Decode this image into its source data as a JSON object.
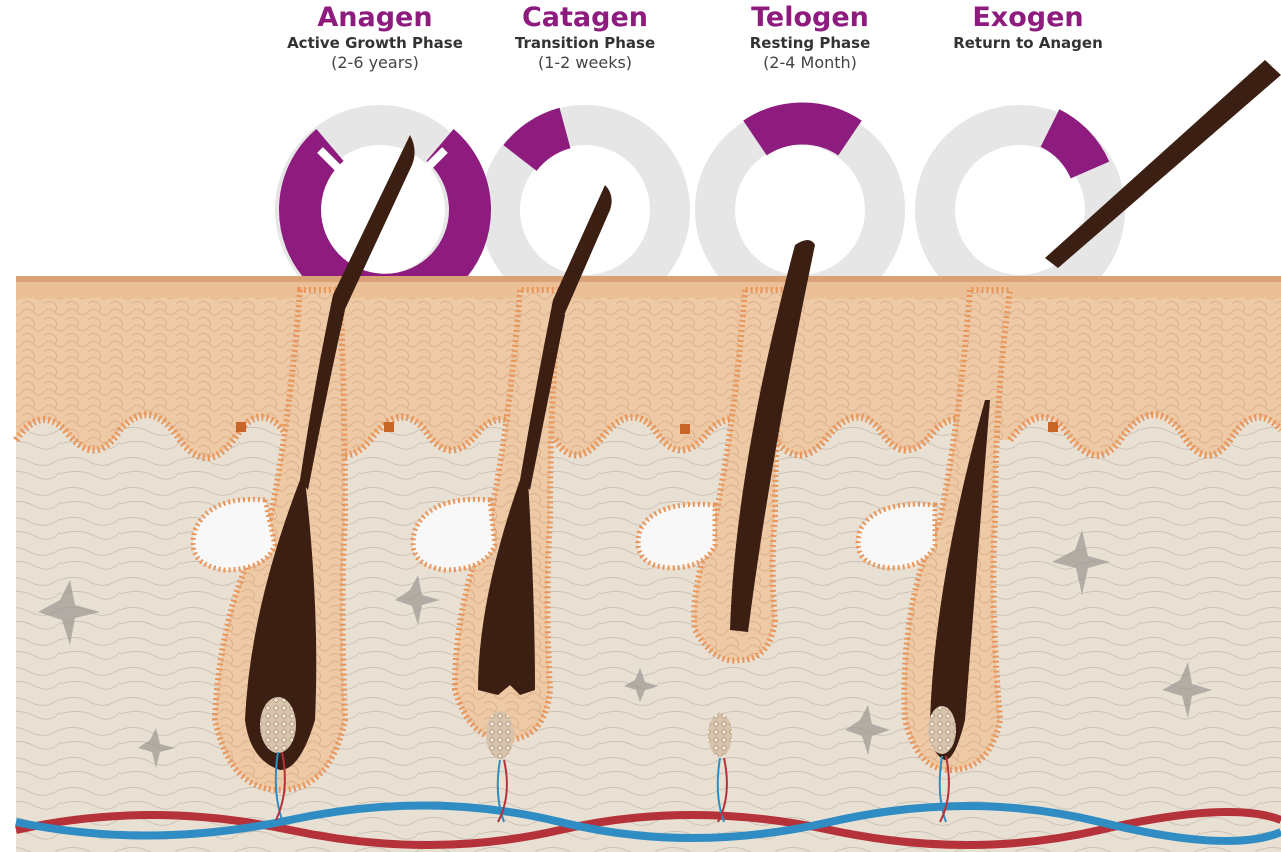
{
  "phases": [
    {
      "name": "Anagen",
      "subtitle": "Active Growth Phase",
      "duration": "(2-6 years)"
    },
    {
      "name": "Catagen",
      "subtitle": "Transition Phase",
      "duration": "(1-2 weeks)"
    },
    {
      "name": "Telogen",
      "subtitle": "Resting Phase",
      "duration": "(2-4 Month)"
    },
    {
      "name": "Exogen",
      "subtitle": "Return to Anagen",
      "duration": ""
    }
  ],
  "colors": {
    "accent": "#8e1b7e",
    "ring_inactive": "#e6e6e6",
    "hair": "#3b1f12",
    "epidermis": "#eec7a2",
    "dermis": "#e9dfd2",
    "follicle_outline": "#e8955a",
    "artery": "#b5323a",
    "vein": "#2f8dc4"
  }
}
